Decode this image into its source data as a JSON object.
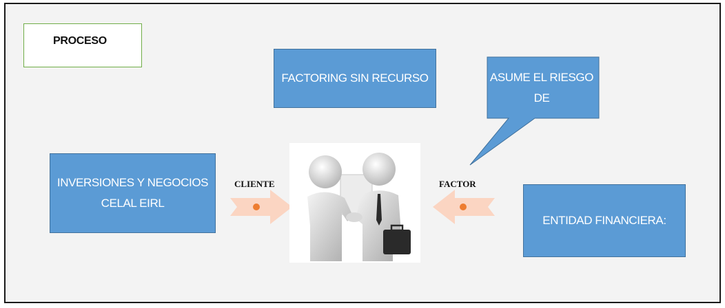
{
  "title": "PROCESO",
  "boxes": {
    "factoring": "FACTORING SIN RECURSO",
    "callout": "ASUME EL RIESGO DE",
    "cliente_name": "INVERSIONES Y NEGOCIOS CELAL EIRL",
    "entidad": "ENTIDAD FINANCIERA:"
  },
  "labels": {
    "cliente": "CLIENTE",
    "factor": "FACTOR"
  },
  "colors": {
    "box_fill": "#5b9bd5",
    "box_border": "#41719c",
    "title_border": "#70ad47",
    "arrow_fill": "#fbd5c2",
    "arrow_dot": "#ed7d31",
    "background": "#f3f3f3"
  },
  "image": "handshake-businessmen-icon"
}
